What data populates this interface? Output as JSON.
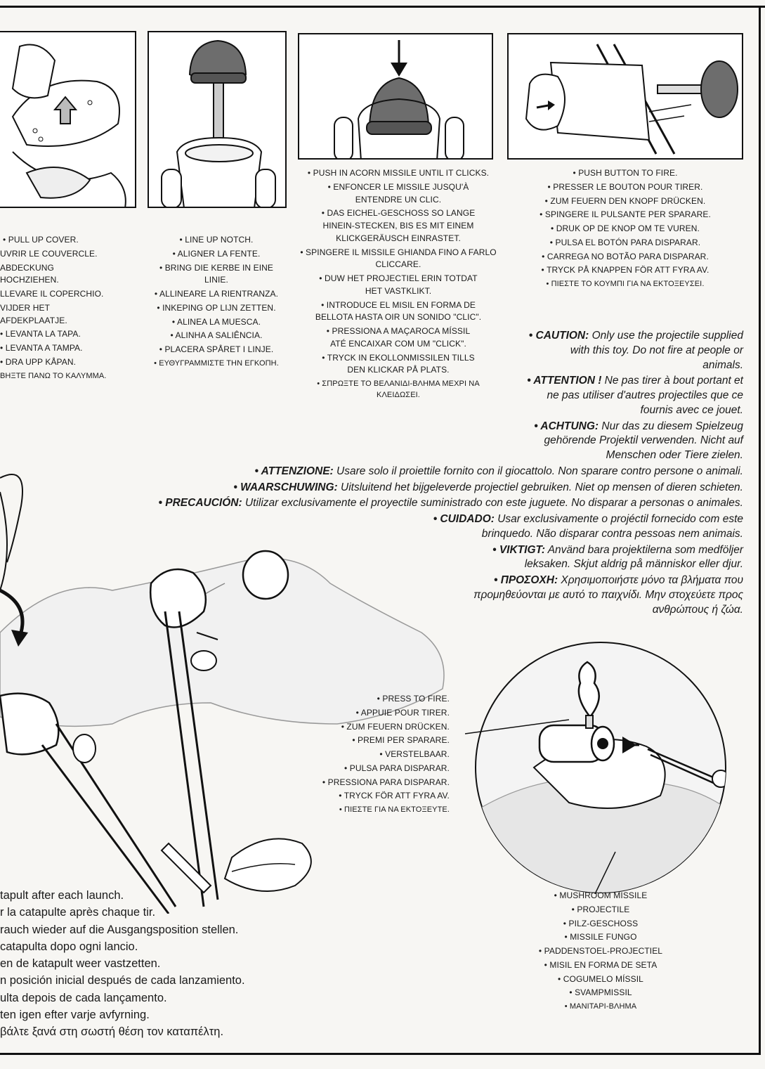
{
  "step1": {
    "lines": [
      "• PULL UP COVER.",
      "UVRIR LE COUVERCLE.",
      "ABDECKUNG HOCHZIEHEN.",
      "LLEVARE IL COPERCHIO.",
      "VIJDER HET AFDEKPLAATJE.",
      "• LEVANTA LA TAPA.",
      "• LEVANTA A TAMPA.",
      "• DRA UPP KÅPAN.",
      "ΒΗΞΤΕ ΠΑΝΩ ΤΟ ΚΑΛΥΜΜΑ."
    ]
  },
  "step2": {
    "lines": [
      "• LINE UP NOTCH.",
      "• ALIGNER LA FENTE.",
      "• BRING DIE KERBE IN EINE LINIE.",
      "• ALLINEARE LA RIENTRANZA.",
      "• INKEPING OP LIJN ZETTEN.",
      "• ALINEA LA MUESCA.",
      "• ALINHA A SALIÊNCIA.",
      "• PLACERA SPÅRET I LINJE.",
      "• ΕΥΘΥΓΡΑΜΜΙΣΤΕ ΤΗΝ ΕΓΚΟΠΗ."
    ]
  },
  "step3": {
    "lines": [
      "• PUSH IN ACORN MISSILE UNTIL IT CLICKS.",
      "• ENFONCER LE MISSILE JUSQU'À ENTENDRE UN CLIC.",
      "• DAS EICHEL-GESCHOSS SO LANGE HINEIN-STECKEN, BIS ES MIT EINEM KLICKGERÄUSCH EINRASTET.",
      "• SPINGERE IL MISSILE GHIANDA FINO A FARLO CLICCARE.",
      "• DUW HET PROJECTIEL ERIN TOTDAT HET VASTKLIKT.",
      "• INTRODUCE EL MISIL EN FORMA DE BELLOTA HASTA OIR UN SONIDO \"CLIC\".",
      "• PRESSIONA A MAÇAROCA MÍSSIL ATÉ ENCAIXAR COM UM \"CLICK\".",
      "• TRYCK IN EKOLLONMISSILEN TILLS DEN KLICKAR PÅ PLATS.",
      "• ΣΠΡΩΞΤΕ ΤΟ ΒΕΛΑΝΙΔΙ-ΒΛΗΜΑ ΜΕΧΡΙ ΝΑ ΚΛΕΙΔΩΣΕΙ."
    ]
  },
  "step4": {
    "lines": [
      "• PUSH BUTTON TO FIRE.",
      "• PRESSER LE BOUTON POUR TIRER.",
      "• ZUM FEUERN DEN KNOPF DRÜCKEN.",
      "• SPINGERE IL PULSANTE PER SPARARE.",
      "• DRUK OP DE KNOP OM TE VUREN.",
      "• PULSA EL BOTÓN PARA DISPARAR.",
      "• CARREGA NO BOTÃO PARA DISPARAR.",
      "• TRYCK PÅ KNAPPEN FÖR ATT FYRA AV.",
      "• ΠΙΕΣΤΕ ΤΟ ΚΟΥΜΠΙ ΓΙΑ ΝΑ ΕΚΤΟΞΕΥΣΕΙ."
    ]
  },
  "warnings": [
    {
      "label": "• CAUTION:",
      "text": " Only use the projectile supplied with this toy. Do not fire at people or animals."
    },
    {
      "label": "• ATTENTION !",
      "text": " Ne pas tirer à bout portant et ne pas utiliser d'autres projectiles que ce fournis avec ce jouet."
    },
    {
      "label": "• ACHTUNG:",
      "text": " Nur das zu diesem Spielzeug gehörende Projektil verwenden. Nicht auf Menschen oder Tiere zielen."
    },
    {
      "label": "• ATTENZIONE:",
      "text": " Usare solo il proiettile fornito con il giocattolo. Non sparare contro persone o animali."
    },
    {
      "label": "• WAARSCHUWING:",
      "text": " Uitsluitend het bijgeleverde projectiel gebruiken. Niet op mensen of dieren schieten."
    },
    {
      "label": "• PRECAUCIÓN:",
      "text": " Utilizar exclusivamente el proyectile suministrado con este juguete. No disparar a personas o animales."
    },
    {
      "label": "• CUIDADO:",
      "text": " Usar exclusivamente o projéctil fornecido com este brinquedo. Não disparar contra pessoas nem animais."
    },
    {
      "label": "• VIKTIGT:",
      "text": " Använd bara projektilerna som medföljer leksaken. Skjut aldrig på människor eller djur."
    },
    {
      "label": "• ΠΡΟΣΟΧΗ:",
      "text": " Χρησιμοποιήστε μόνο τα βλήματα που προμηθεύονται με αυτό το παιχνίδι. Μην στοχεύετε προς ανθρώπους ή ζώα."
    }
  ],
  "press_to_fire": {
    "lines": [
      "• PRESS TO FIRE.",
      "• APPUIE POUR TIRER.",
      "• ZUM FEUERN DRÜCKEN.",
      "• PREMI PER SPARARE.",
      "• VERSTELBAAR.",
      "• PULSA PARA DISPARAR.",
      "• PRESSIONA PARA DISPARAR.",
      "• TRYCK FÖR ATT FYRA AV.",
      "• ΠΙΕΣΤΕ ΓΙΑ ΝΑ ΕΚΤΟΞΕΥΤΕ."
    ]
  },
  "mushroom": {
    "lines": [
      "• MUSHROOM MISSILE",
      "• PROJECTILE",
      "• PILZ-GESCHOSS",
      "• MISSILE FUNGO",
      "• PADDENSTOEL-PROJECTIEL",
      "• MISIL EN FORMA DE SETA",
      "• COGUMELO MÍSSIL",
      "• SVAMPMISSIL",
      "• ΜΑΝΙΤΑΡΙ-ΒΛΗΜΑ"
    ]
  },
  "relaunch": {
    "lines": [
      "tapult after each launch.",
      "r la catapulte après chaque tir.",
      "rauch wieder auf die Ausgangsposition stellen.",
      " catapulta dopo ogni lancio.",
      "en de katapult weer vastzetten.",
      "n posición inicial después de cada lanzamiento.",
      "ulta depois de cada lançamento.",
      "ten igen efter varje avfyrning.",
      "βάλτε ξανά στη σωστή θέση τον καταπέλτη."
    ]
  }
}
